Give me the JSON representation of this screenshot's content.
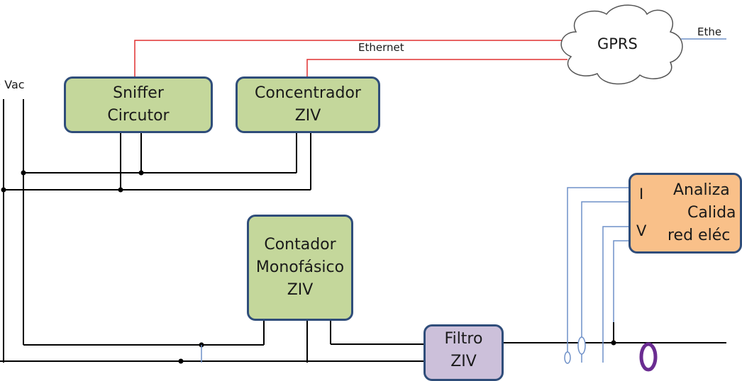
{
  "labels": {
    "vac": "0 Vac",
    "ethernet_center": "Ethernet",
    "ethernet_right": "Ethe",
    "gprs": "GPRS"
  },
  "boxes": {
    "sniffer": [
      "Sniffer",
      "Circutor"
    ],
    "concentrador": [
      "Concentrador",
      "ZIV"
    ],
    "contador": [
      "Contador",
      "Monofásico",
      "ZIV"
    ],
    "filtro": [
      "Filtro",
      "ZIV"
    ],
    "analizador": [
      "Analiza",
      "Calida",
      "red eléc"
    ]
  },
  "analizador_ports": {
    "i": "I",
    "v": "V"
  },
  "colors": {
    "box_border": "#2f4d7a",
    "green_fill": "#c4d79b",
    "purple_fill": "#ccc0da",
    "orange_fill": "#f9c089",
    "ethernet_line": "#e03030",
    "signal_line": "#6e90c8",
    "power_line": "#000000",
    "coil": "#6a2c91"
  }
}
